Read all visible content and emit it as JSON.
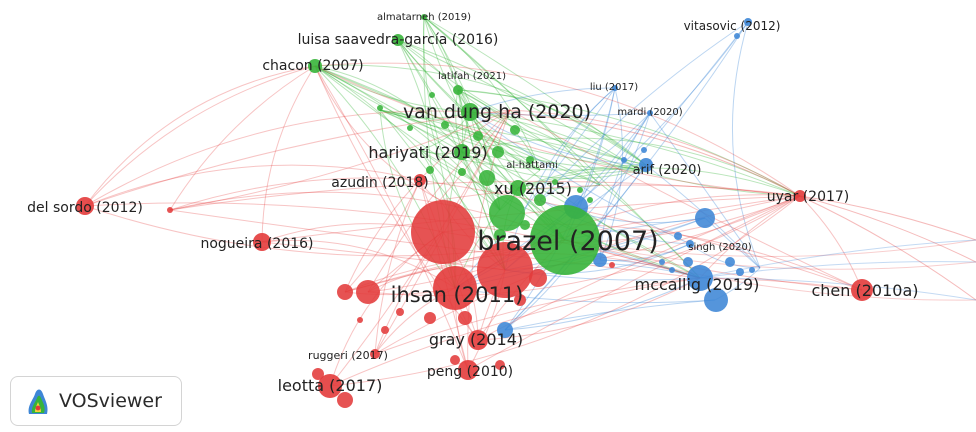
{
  "colors": {
    "red": "#e33b3b",
    "green": "#37b43a",
    "blue": "#3d86d6"
  },
  "logo": {
    "icon": "vosviewer-logo-icon",
    "text": "VOSviewer"
  },
  "nodes": [
    {
      "label": "brazel (2007)",
      "cluster": "green",
      "weight": 10
    },
    {
      "label": "ihsan (2011)",
      "cluster": "red",
      "weight": 6
    },
    {
      "label": "van dung ha (2020)",
      "cluster": "green",
      "weight": 4
    },
    {
      "label": "hariyati (2019)",
      "cluster": "green",
      "weight": 3
    },
    {
      "label": "xu (2015)",
      "cluster": "green",
      "weight": 3
    },
    {
      "label": "azudin (2018)",
      "cluster": "red",
      "weight": 2
    },
    {
      "label": "al-hattami",
      "cluster": "green",
      "weight": 1
    },
    {
      "label": "latifah (2021)",
      "cluster": "green",
      "weight": 1
    },
    {
      "label": "chacon (2007)",
      "cluster": "green",
      "weight": 2
    },
    {
      "label": "luisa saavedra-garcía (2016)",
      "cluster": "green",
      "weight": 2
    },
    {
      "label": "almatarneh (2019)",
      "cluster": "green",
      "weight": 1
    },
    {
      "label": "vitasovic (2012)",
      "cluster": "blue",
      "weight": 1
    },
    {
      "label": "liu (2017)",
      "cluster": "blue",
      "weight": 1
    },
    {
      "label": "mardi (2020)",
      "cluster": "blue",
      "weight": 1
    },
    {
      "label": "arif (2020)",
      "cluster": "blue",
      "weight": 2
    },
    {
      "label": "uyar (2017)",
      "cluster": "red",
      "weight": 2
    },
    {
      "label": "singh (2020)",
      "cluster": "blue",
      "weight": 1
    },
    {
      "label": "mccallig (2019)",
      "cluster": "blue",
      "weight": 3
    },
    {
      "label": "chen (2010a)",
      "cluster": "red",
      "weight": 2
    },
    {
      "label": "del sordo (2012)",
      "cluster": "red",
      "weight": 2
    },
    {
      "label": "nogueira (2016)",
      "cluster": "red",
      "weight": 2
    },
    {
      "label": "gray (2014)",
      "cluster": "red",
      "weight": 3
    },
    {
      "label": "peng (2010)",
      "cluster": "red",
      "weight": 2
    },
    {
      "label": "ruggeri (2017)",
      "cluster": "red",
      "weight": 1
    },
    {
      "label": "leotta (2017)",
      "cluster": "red",
      "weight": 2
    }
  ]
}
